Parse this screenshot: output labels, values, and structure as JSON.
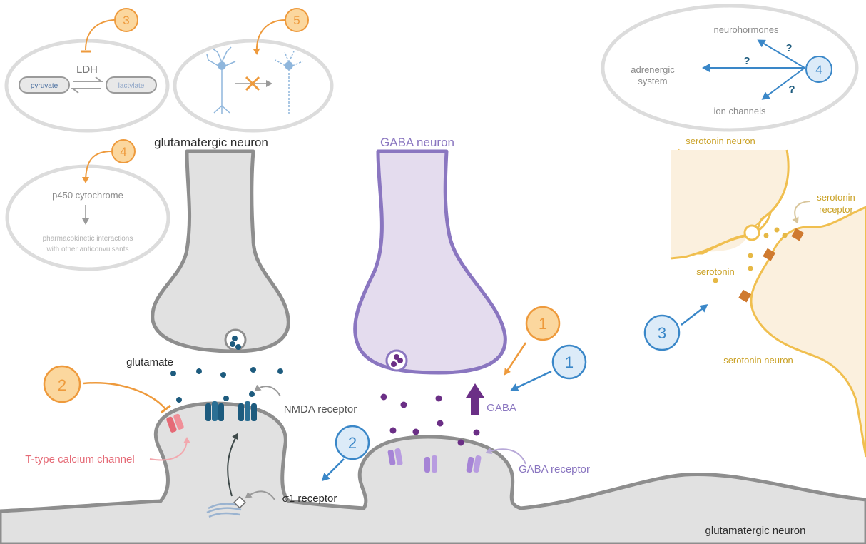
{
  "colors": {
    "orange": "#ee9a3c",
    "orange_fill": "#fbd79e",
    "blue": "#3a87c8",
    "blue_fill": "#dcebf8",
    "purple": "#8a76c0",
    "purple_fill": "#e4dcee",
    "gray": "#8e8e8e",
    "gray_fill": "#e1e1e1",
    "yellow": "#f0bf4f",
    "yellow_fill": "#fbf0de",
    "teal_dot": "#1d5b7e",
    "purple_dot": "#6b2f86",
    "pink": "#e56a76",
    "gold_text": "#caa125"
  },
  "labels": {
    "glutamatergic_neuron_top": "glutamatergic neuron",
    "gaba_neuron": "GABA neuron",
    "serotonin_neuron_top": "serotonin neuron",
    "serotonin_neuron_bottom": "serotonin neuron",
    "serotonin_receptor_line1": "serotonin",
    "serotonin_receptor_line2": "receptor",
    "serotonin": "serotonin",
    "glutamate": "glutamate",
    "nmda_receptor": "NMDA receptor",
    "t_type_channel": "T-type calcium channel",
    "sigma1_receptor": "σ1 receptor",
    "gaba": "GABA",
    "gaba_receptor": "GABA receptor",
    "glutamatergic_neuron_bottom": "glutamatergic neuron"
  },
  "inset_ldh": {
    "badge": "3",
    "enzyme": "LDH",
    "left_pill": "pyruvate",
    "right_pill": "lactylate"
  },
  "inset_neurons": {
    "badge": "5"
  },
  "inset_p450": {
    "badge": "4",
    "title": "p450 cytochrome",
    "result_line1": "pharmacokinetic interactions",
    "result_line2": "with other anticonvulsants"
  },
  "inset_targets": {
    "badge": "4",
    "neurohormones": "neurohormones",
    "adrenergic_line1": "adrenergic",
    "adrenergic_line2": "system",
    "ion_channels": "ion channels",
    "question": "?"
  },
  "badges": {
    "orange_1": "1",
    "blue_1": "1",
    "orange_2": "2",
    "blue_2": "2",
    "blue_3": "3"
  }
}
